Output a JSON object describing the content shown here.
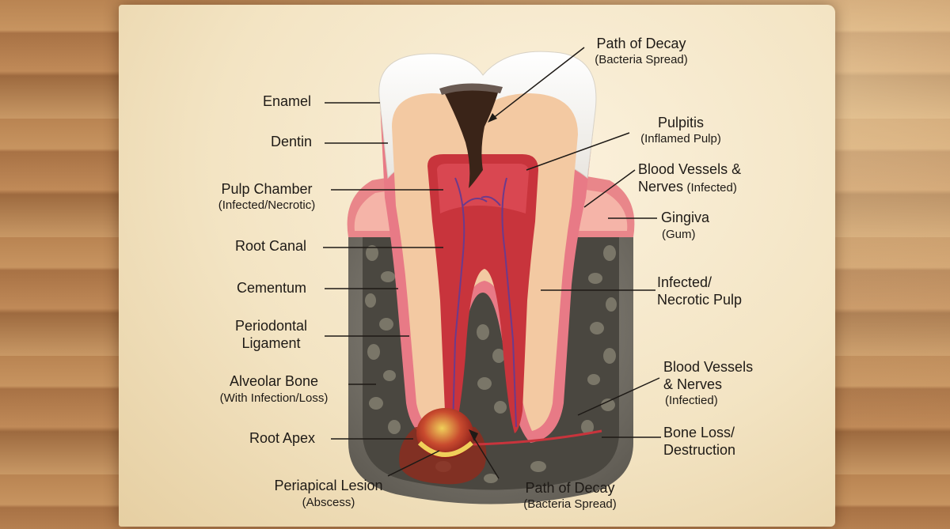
{
  "labels": {
    "enamel": "Enamel",
    "dentin": "Dentin",
    "pulp_chamber": "Pulp Chamber",
    "pulp_chamber_sub": "(Infected/Necrotic)",
    "root_canal": "Root Canal",
    "cementum": "Cementum",
    "periodontal_1": "Periodontal",
    "periodontal_2": "Ligament",
    "alveolar": "Alveolar Bone",
    "alveolar_sub": "(With Infection/Loss)",
    "root_apex": "Root Apex",
    "periapical": "Periapical Lesion",
    "periapical_sub": "(Abscess)",
    "decay_top": "Path of Decay",
    "decay_top_sub": "(Bacteria Spread)",
    "pulpitis": "Pulpitis",
    "pulpitis_sub": "(Inflamed Pulp)",
    "bv_top_1": "Blood Vessels &",
    "bv_top_2a": "Nerves",
    "bv_top_2b": "(Infected)",
    "gingiva": "Gingiva",
    "gingiva_sub": "(Gum)",
    "infected_1": "Infected/",
    "infected_2": "Necrotic Pulp",
    "bv_bot_1": "Blood Vessels",
    "bv_bot_2": "& Nerves",
    "bv_bot_sub": "(Infectied)",
    "bone_loss_1": "Bone Loss/",
    "bone_loss_2": "Destruction",
    "decay_bot": "Path of Decay",
    "decay_bot_sub": "(Bacteria Spread)"
  }
}
